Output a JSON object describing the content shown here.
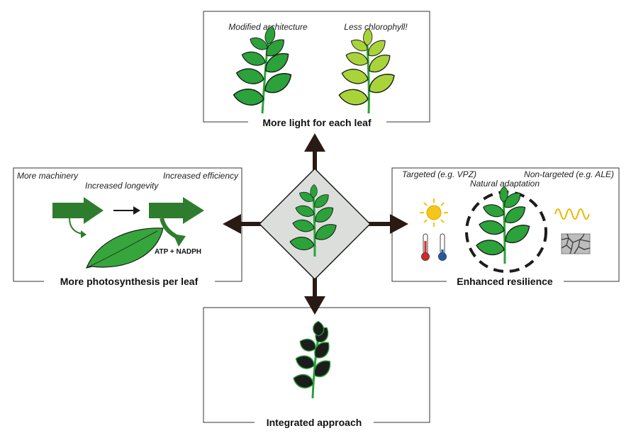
{
  "top_panel": {
    "title": "More light for each leaf",
    "label_left": "Modified architecture",
    "label_right": "Less chlorophyll!",
    "colors": {
      "plant_dark": "#2ba23a",
      "plant_light": "#a8d43a"
    }
  },
  "left_panel": {
    "title": "More photosynthesis per leaf",
    "label_machinery": "More machinery",
    "label_longevity": "Increased longevity",
    "label_efficiency": "Increased efficiency",
    "label_products": "ATP + NADPH",
    "colors": {
      "arrow": "#2e7d2e",
      "leaf": "#36a53c"
    }
  },
  "right_panel": {
    "title": "Enhanced resilience",
    "label_targeted": "Targeted (e.g. VPZ)",
    "label_nontargeted": "Non-targeted (e.g. ALE)",
    "label_natural": "Natural adaptation",
    "icons": [
      "sun-icon",
      "thermometer-hot-icon",
      "thermometer-cold-icon",
      "wave-icon",
      "dry-soil-icon"
    ],
    "colors": {
      "sun": "#f5c518",
      "hot": "#d62828",
      "cold": "#1e5aa8",
      "wave": "#e8b800"
    }
  },
  "bottom_panel": {
    "title": "Integrated approach",
    "colors": {
      "leaf": "#1c1c1c",
      "stem": "#2ba23a"
    }
  },
  "center": {
    "colors": {
      "diamond_fill": "#dcdedc",
      "arrow": "#2a1a14"
    }
  }
}
